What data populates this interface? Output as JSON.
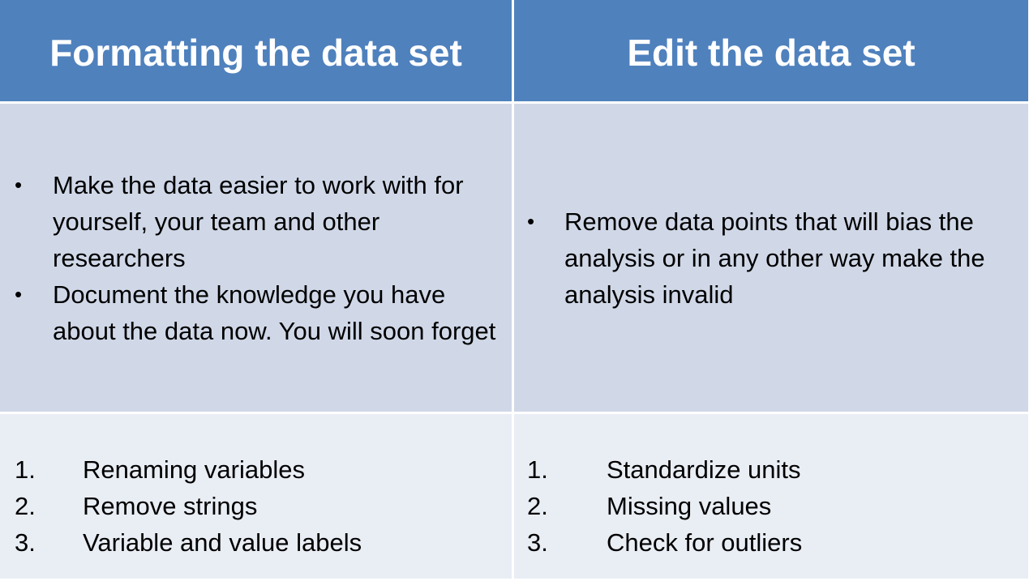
{
  "table": {
    "headers": [
      "Formatting the data set",
      "Edit the data set"
    ],
    "left": {
      "bullets": [
        "Make the data easier to work with for yourself, your team and other researchers",
        "Document the knowledge you have about the data now. You will soon forget"
      ],
      "steps": [
        {
          "num": "1.",
          "label": "Renaming variables"
        },
        {
          "num": "2.",
          "label": "Remove strings"
        },
        {
          "num": "3.",
          "label": "Variable and value labels"
        }
      ]
    },
    "right": {
      "bullets": [
        "Remove data points that will bias the analysis or in any other way make the analysis invalid"
      ],
      "steps": [
        {
          "num": "1.",
          "label": "Standardize units"
        },
        {
          "num": "2.",
          "label": "Missing values"
        },
        {
          "num": "3.",
          "label": "Check for outliers"
        }
      ]
    },
    "bullet_glyph": "•",
    "colors": {
      "header_bg": "#4f81bd",
      "middle_bg": "#d0d8e8",
      "bottom_bg": "#e9edf4",
      "header_text": "#ffffff"
    }
  }
}
